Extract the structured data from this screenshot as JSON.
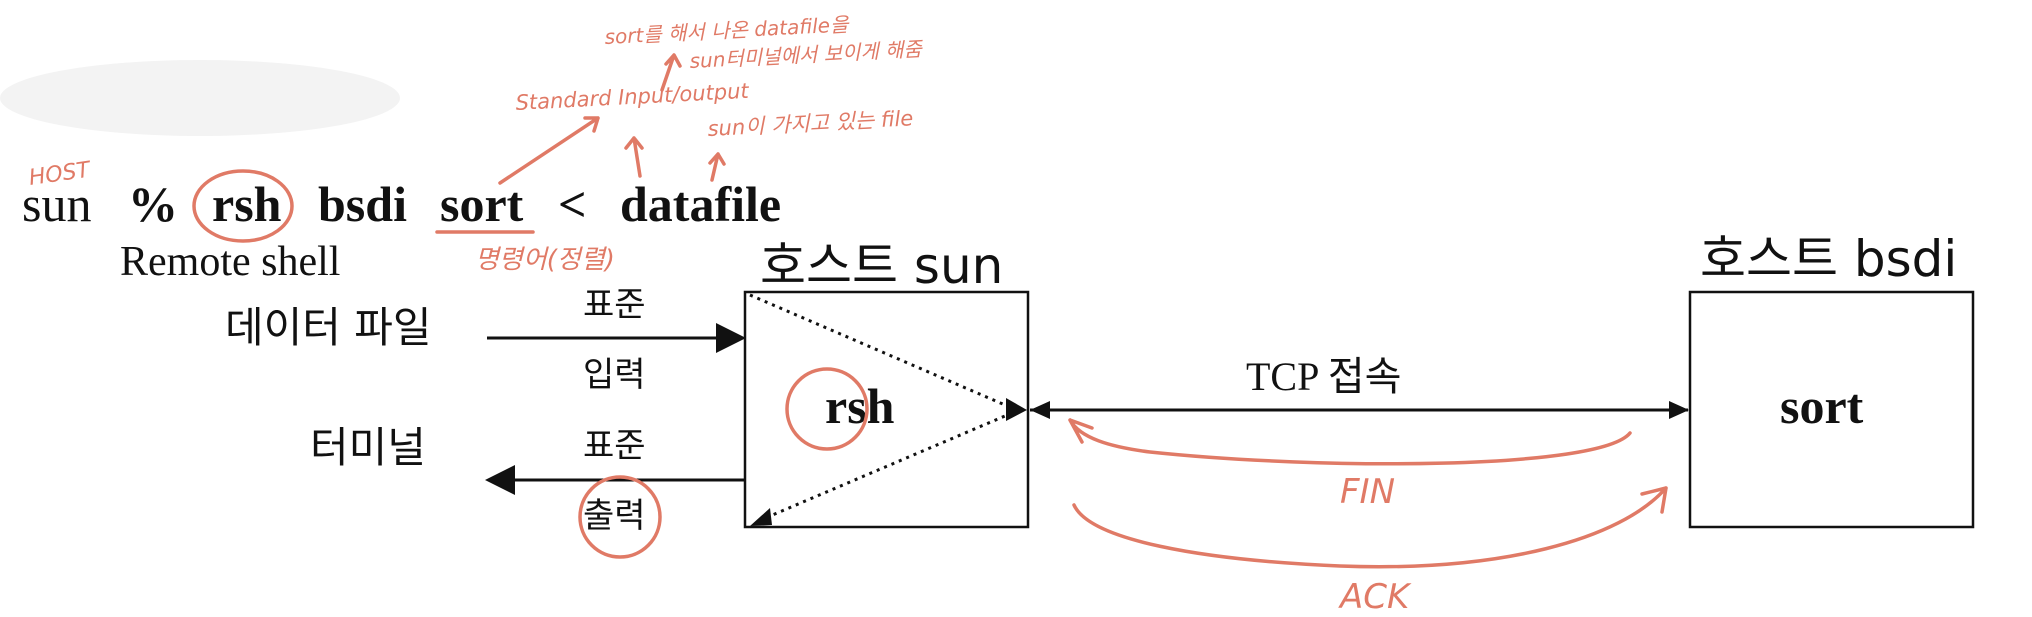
{
  "command": {
    "host": "sun",
    "prompt": "%",
    "rsh": "rsh",
    "target": "bsdi",
    "program": "sort",
    "redirect": "<",
    "file": "datafile"
  },
  "remote_shell_label": "Remote shell",
  "host_sun_label": "호스트 sun",
  "host_bsdi_label": "호스트 bsdi",
  "rsh_box_label": "rsh",
  "sort_box_label": "sort",
  "data_file_label": "데이터 파일",
  "terminal_label": "터미널",
  "stdin_top": "표준",
  "stdin_bottom": "입력",
  "stdout_top": "표준",
  "stdout_bottom": "출력",
  "tcp_label": "TCP 접속",
  "notes": {
    "host": "HOST",
    "standard_io": "Standard Input/output",
    "sort_result_line1": "sort를 해서 나온 datafile을",
    "sort_result_line2": "sun터미널에서 보이게 해줌",
    "sun_file": "sun이 가지고 있는 file",
    "command_note": "명령어(정렬)",
    "fin": "FIN",
    "ack": "ACK"
  },
  "annotation_color": "#e07a66",
  "ink_color": "#111111"
}
